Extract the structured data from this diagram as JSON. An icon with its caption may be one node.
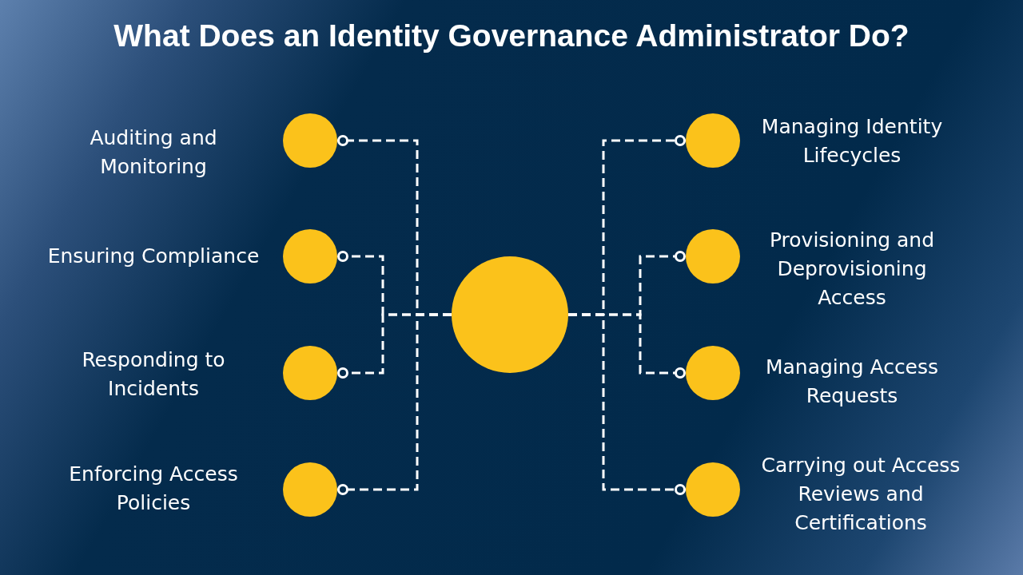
{
  "diagram": {
    "title": "What Does an Identity Governance Administrator Do?",
    "nodes": [
      {
        "text": [],
        "shape": "circle",
        "beside": [
          "Auditing and Monitoring"
        ]
      },
      {
        "text": [],
        "shape": "circle",
        "beside": [
          "Ensuring Compliance"
        ]
      },
      {
        "text": [],
        "shape": "circle",
        "beside": [
          "Responding to Incidents"
        ]
      },
      {
        "text": [],
        "shape": "circle",
        "beside": [
          "Enforcing Access Policies"
        ]
      },
      {
        "text": [],
        "shape": "circle"
      },
      {
        "text": [],
        "shape": "circle",
        "beside": [
          "Managing Identity Lifecycles"
        ]
      },
      {
        "text": [],
        "shape": "circle",
        "beside": [
          "Provisioning and Deprovisioning Access"
        ]
      },
      {
        "text": [],
        "shape": "circle",
        "beside": [
          "Managing Access Requests"
        ]
      },
      {
        "text": [],
        "shape": "circle",
        "beside": [
          "Carrying out Access Reviews and Certifications"
        ]
      }
    ],
    "edges": [
      {
        "from": 4,
        "to": 0,
        "arrow": "other",
        "style": "dashed"
      },
      {
        "from": 4,
        "to": 1,
        "arrow": "other",
        "style": "dashed"
      },
      {
        "from": 4,
        "to": 2,
        "arrow": "other",
        "style": "dashed"
      },
      {
        "from": 4,
        "to": 3,
        "arrow": "other",
        "style": "dashed"
      },
      {
        "from": 4,
        "to": 5,
        "arrow": "other",
        "style": "dashed"
      },
      {
        "from": 4,
        "to": 6,
        "arrow": "other",
        "style": "dashed"
      },
      {
        "from": 4,
        "to": 7,
        "arrow": "other",
        "style": "dashed"
      },
      {
        "from": 4,
        "to": 8,
        "arrow": "other",
        "style": "dashed"
      }
    ]
  }
}
